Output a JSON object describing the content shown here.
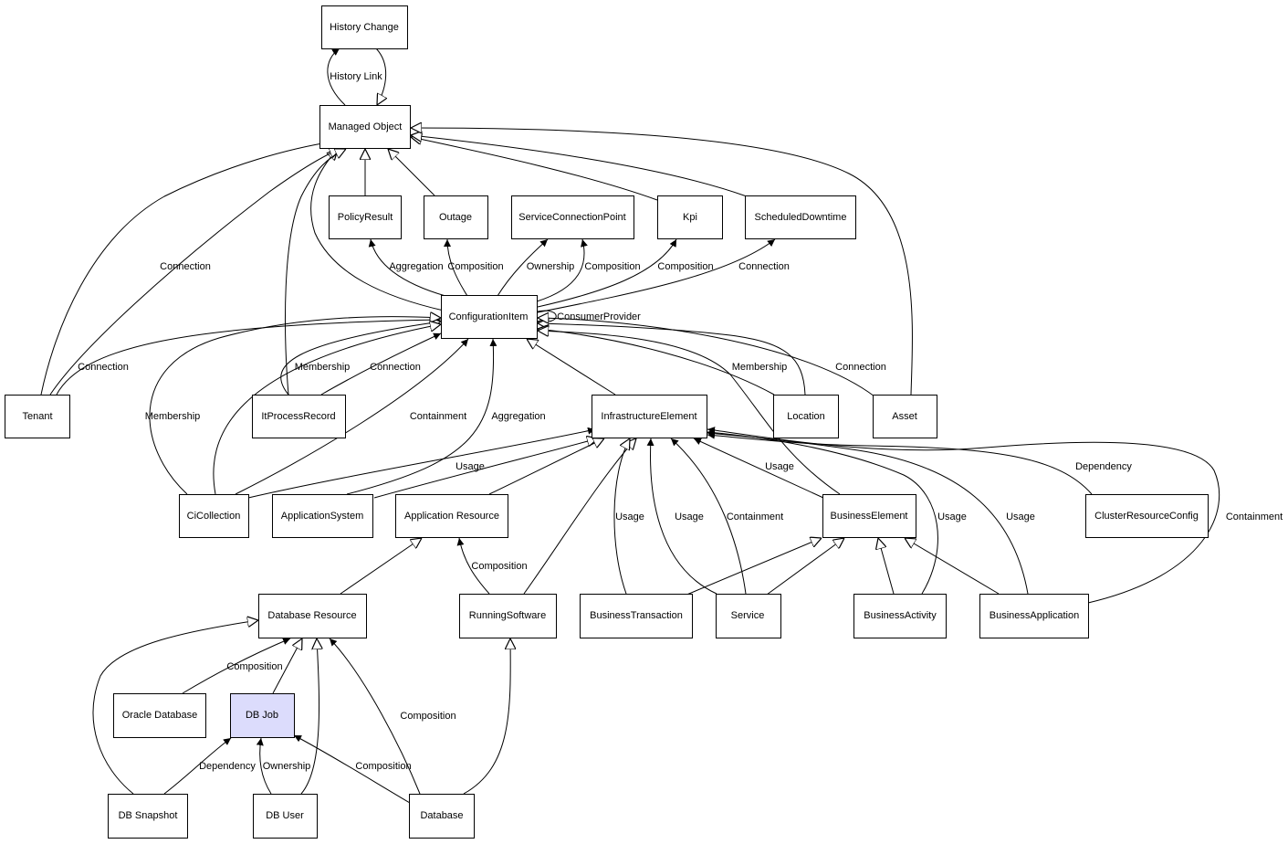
{
  "colors": {
    "node_fill": "#ffffff",
    "highlight_fill": "#dcdcfc",
    "stroke": "#000000"
  },
  "nodes": {
    "history_change": {
      "label": "History Change"
    },
    "managed_object": {
      "label": "Managed Object"
    },
    "policy_result": {
      "label": "PolicyResult"
    },
    "outage": {
      "label": "Outage"
    },
    "service_connection_point": {
      "label": "ServiceConnectionPoint"
    },
    "kpi": {
      "label": "Kpi"
    },
    "scheduled_downtime": {
      "label": "ScheduledDowntime"
    },
    "configuration_item": {
      "label": "ConfigurationItem"
    },
    "tenant": {
      "label": "Tenant"
    },
    "it_process_record": {
      "label": "ItProcessRecord"
    },
    "infrastructure_element": {
      "label": "InfrastructureElement"
    },
    "location": {
      "label": "Location"
    },
    "asset": {
      "label": "Asset"
    },
    "ci_collection": {
      "label": "CiCollection"
    },
    "application_system": {
      "label": "ApplicationSystem"
    },
    "application_resource": {
      "label": "Application Resource"
    },
    "business_element": {
      "label": "BusinessElement"
    },
    "cluster_resource_config": {
      "label": "ClusterResourceConfig"
    },
    "database_resource": {
      "label": "Database Resource"
    },
    "running_software": {
      "label": "RunningSoftware"
    },
    "business_transaction": {
      "label": "BusinessTransaction"
    },
    "service": {
      "label": "Service"
    },
    "business_activity": {
      "label": "BusinessActivity"
    },
    "business_application": {
      "label": "BusinessApplication"
    },
    "oracle_database": {
      "label": "Oracle Database"
    },
    "db_job": {
      "label": "DB Job"
    },
    "db_snapshot": {
      "label": "DB Snapshot"
    },
    "db_user": {
      "label": "DB User"
    },
    "database": {
      "label": "Database"
    }
  },
  "edge_labels": {
    "history_link": "History Link",
    "tenant_mo_connection": "Connection",
    "ci_policy_aggregation": "Aggregation",
    "ci_outage_composition": "Composition",
    "ci_scp_ownership": "Ownership",
    "ci_scp_composition": "Composition",
    "ci_kpi_composition": "Composition",
    "ci_sd_connection": "Connection",
    "ci_self_consumer_provider": "ConsumerProvider",
    "tenant_ci_connection": "Connection",
    "itpr_ci_membership": "Membership",
    "itpr_ci_connection": "Connection",
    "location_ci_membership": "Membership",
    "asset_ci_connection": "Connection",
    "cicoll_ci_membership": "Membership",
    "cicoll_ci_containment": "Containment",
    "appsys_ci_aggregation": "Aggregation",
    "cicoll_ie_usage": "Usage",
    "be_ie_usage": "Usage",
    "crc_ie_dependency": "Dependency",
    "bt_ie_usage": "Usage",
    "service_ie_usage": "Usage",
    "service_ie_containment": "Containment",
    "ba_ie_usage": "Usage",
    "bapp_ie_usage": "Usage",
    "bapp_ie_containment": "Containment",
    "rs_ar_composition": "Composition",
    "oracle_dbres_composition": "Composition",
    "database_dbres_composition": "Composition",
    "snapshot_dbjob_dependency": "Dependency",
    "dbuser_dbjob_ownership": "Ownership",
    "database_dbjob_composition": "Composition"
  }
}
